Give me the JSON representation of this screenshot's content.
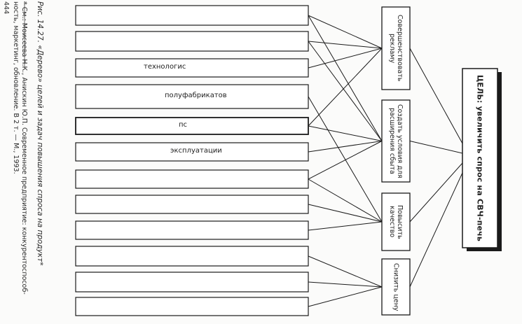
{
  "caption": {
    "title": "Рис. 14.27. «Дерево» целей и задач повышения спроса на продукт*",
    "footnote_line1": "* См.: Моисеева Н.К., Анискин Ю.П. Современное предприятие: конкурентоспособ-",
    "footnote_line2": "ность, маркетинг, обновление. В 2 т. — М., 1993.",
    "page_number": "444"
  },
  "goal": {
    "label": "ЦЕЛЬ: увеличить спрос на СВЧ-печь"
  },
  "subgoals": [
    {
      "label": "Совершенствовать рекламу"
    },
    {
      "label": "Создать условия для расширения сбыта"
    },
    {
      "label": "Повысить качество"
    },
    {
      "label": "Снизить цену"
    }
  ],
  "tasks": [
    {
      "label": ""
    },
    {
      "label": ""
    },
    {
      "label": "технологис"
    },
    {
      "label": "полуфабрикатов"
    },
    {
      "label": "пс"
    },
    {
      "label": "эксплуатации"
    },
    {
      "label": ""
    },
    {
      "label": ""
    },
    {
      "label": ""
    },
    {
      "label": ""
    },
    {
      "label": ""
    },
    {
      "label": ""
    }
  ],
  "links": [
    [
      0,
      0
    ],
    [
      0,
      1
    ],
    [
      0,
      2
    ],
    [
      0,
      4
    ],
    [
      1,
      0
    ],
    [
      1,
      1
    ],
    [
      1,
      4
    ],
    [
      1,
      5
    ],
    [
      1,
      6
    ],
    [
      2,
      3
    ],
    [
      2,
      6
    ],
    [
      2,
      7
    ],
    [
      2,
      8
    ],
    [
      3,
      9
    ],
    [
      3,
      10
    ],
    [
      3,
      11
    ]
  ]
}
